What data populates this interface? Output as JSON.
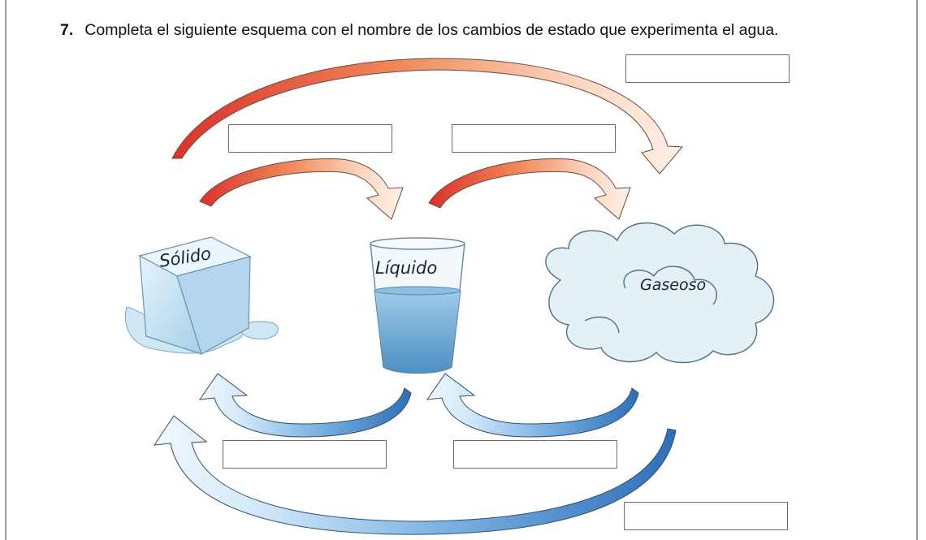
{
  "question": {
    "number": "7.",
    "text": "Completa el siguiente esquema con el nombre de los cambios de estado que experimenta el agua."
  },
  "states": {
    "solid": "Sólido",
    "liquid": "Líquido",
    "gas": "Gaseoso"
  },
  "colors": {
    "heating_arrow": "#e8573a",
    "cooling_arrow": "#3d7fc7",
    "ice": "#b9dcef",
    "water": "#6aa8d6",
    "cloud": "#e3f1f7"
  }
}
